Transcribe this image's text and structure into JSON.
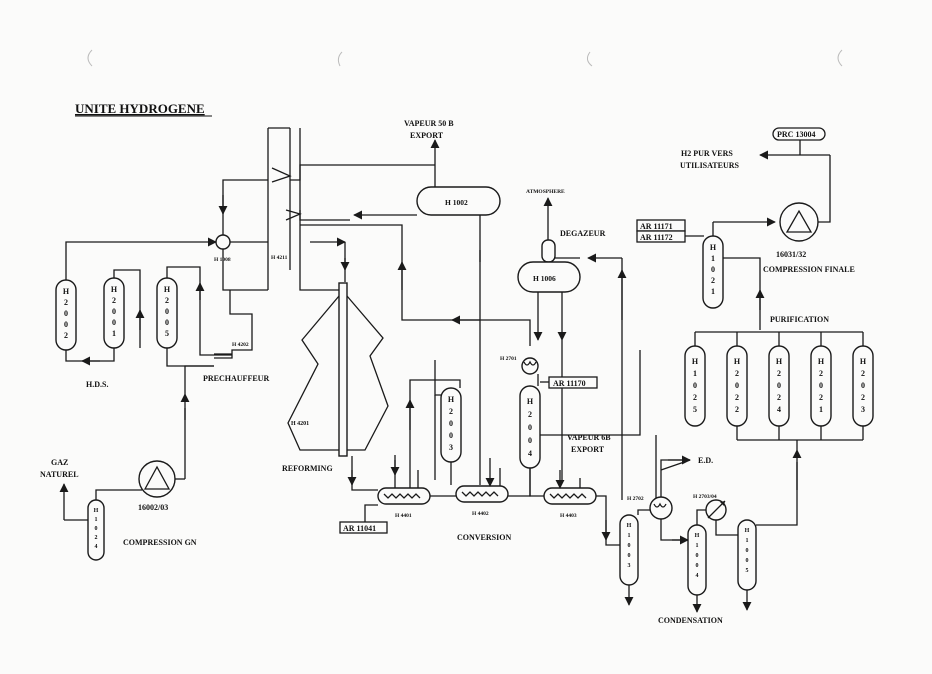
{
  "title": "UNITE HYDROGENE",
  "labels": {
    "vapeur50b": "VAPEUR 50 B",
    "export1": "EXPORT",
    "h1002": "H 1002",
    "atmosphere": "ATMOSPHERE",
    "degazeur": "DEGAZEUR",
    "h1006": "H 1006",
    "h1008": "H 1008",
    "h4211": "H 4211",
    "h4202": "H 4202",
    "prechauffeur": "PRECHAUFFEUR",
    "hds": "H.D.S.",
    "h4201": "H 4201",
    "reforming": "REFORMING",
    "gaz": "GAZ",
    "naturel": "NATUREL",
    "c16002": "16002/03",
    "compression_gn": "COMPRESSION GN",
    "ar11041": "AR 11041",
    "h4401": "H 4401",
    "h4402": "H 4402",
    "h4403": "H 4403",
    "conversion": "CONVERSION",
    "h2701": "H 2701",
    "ar11170": "AR 11170",
    "vapeur6b": "VAPEUR 6B",
    "export2": "EXPORT",
    "prc13004": "PRC 13004",
    "h2pur": "H2  PUR VERS",
    "utilisateurs": "UTILISATEURS",
    "ar11171": "AR 11171",
    "ar11172": "AR 11172",
    "c16031": "16031/32",
    "compression_finale": "COMPRESSION FINALE",
    "purification": "PURIFICATION",
    "ed": "E.D.",
    "h2702": "H 2702",
    "h2703": "H 2703/04",
    "condensation": "CONDENSATION"
  },
  "vessels": {
    "h2002": [
      "H",
      "2",
      "0",
      "0",
      "2"
    ],
    "h2001": [
      "H",
      "2",
      "0",
      "0",
      "1"
    ],
    "h2005": [
      "H",
      "2",
      "0",
      "0",
      "5"
    ],
    "h2003": [
      "H",
      "2",
      "0",
      "0",
      "3"
    ],
    "h2004": [
      "H",
      "2",
      "0",
      "0",
      "4"
    ],
    "h1024": [
      "H",
      "1",
      "0",
      "2",
      "4"
    ],
    "h1021": [
      "H",
      "1",
      "0",
      "2",
      "1"
    ],
    "h1025": [
      "H",
      "1",
      "0",
      "2",
      "5"
    ],
    "h2022": [
      "H",
      "2",
      "0",
      "2",
      "2"
    ],
    "h2024": [
      "H",
      "2",
      "0",
      "2",
      "4"
    ],
    "h2021": [
      "H",
      "2",
      "0",
      "2",
      "1"
    ],
    "h2023": [
      "H",
      "2",
      "0",
      "2",
      "3"
    ],
    "h1003": [
      "H",
      "1",
      "0",
      "0",
      "3"
    ],
    "h1004": [
      "H",
      "1",
      "0",
      "0",
      "4"
    ],
    "h1005": [
      "H",
      "1",
      "0",
      "0",
      "5"
    ]
  }
}
